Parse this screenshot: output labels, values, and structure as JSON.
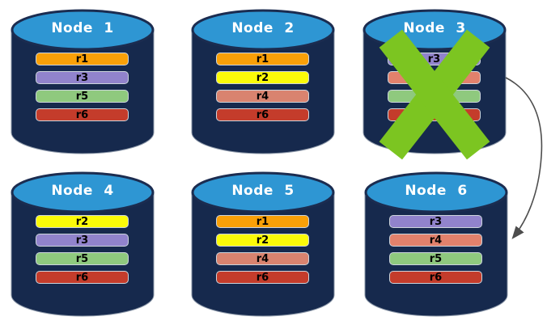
{
  "theme": {
    "background": "#ffffff",
    "cylinder_body": "#16294d",
    "cylinder_top": "#2e96d3",
    "bar_text": "#000000",
    "node_text": "#ffffff"
  },
  "nodes": [
    {
      "label": "Node 1",
      "replicas": [
        {
          "label": "r1",
          "color": "#f9a008"
        },
        {
          "label": "r3",
          "color": "#9183cc"
        },
        {
          "label": "r5",
          "color": "#8fc97e"
        },
        {
          "label": "r6",
          "color": "#c43c2b"
        }
      ]
    },
    {
      "label": "Node 2",
      "replicas": [
        {
          "label": "r1",
          "color": "#f9a008"
        },
        {
          "label": "r2",
          "color": "#fbfb09"
        },
        {
          "label": "r4",
          "color": "#d9836f"
        },
        {
          "label": "r6",
          "color": "#c43c2b"
        }
      ]
    },
    {
      "label": "Node 3",
      "status": "failed",
      "replicas": [
        {
          "label": "r3",
          "color": "#9183cc"
        },
        {
          "label": "r4",
          "color": "#e2816c"
        },
        {
          "label": "r5",
          "color": "#8fc97e"
        },
        {
          "label": "r6",
          "color": "#c43c2b"
        }
      ]
    },
    {
      "label": "Node 4",
      "replicas": [
        {
          "label": "r2",
          "color": "#fbfb09"
        },
        {
          "label": "r3",
          "color": "#9183cc"
        },
        {
          "label": "r5",
          "color": "#8fc97e"
        },
        {
          "label": "r6",
          "color": "#c43c2b"
        }
      ]
    },
    {
      "label": "Node 5",
      "replicas": [
        {
          "label": "r1",
          "color": "#f9a008"
        },
        {
          "label": "r2",
          "color": "#fbfb09"
        },
        {
          "label": "r4",
          "color": "#d9836f"
        },
        {
          "label": "r6",
          "color": "#c43c2b"
        }
      ]
    },
    {
      "label": "Node 6",
      "replicas": [
        {
          "label": "r3",
          "color": "#9183cc"
        },
        {
          "label": "r4",
          "color": "#e2816c"
        },
        {
          "label": "r5",
          "color": "#8fc97e"
        },
        {
          "label": "r6",
          "color": "#c43c2b"
        }
      ]
    }
  ],
  "failure_marker": {
    "on_node": "Node 3",
    "color": "#7cc521"
  },
  "arrow": {
    "from": "Node 3",
    "to": "Node 6",
    "color": "#4d4d4d"
  }
}
